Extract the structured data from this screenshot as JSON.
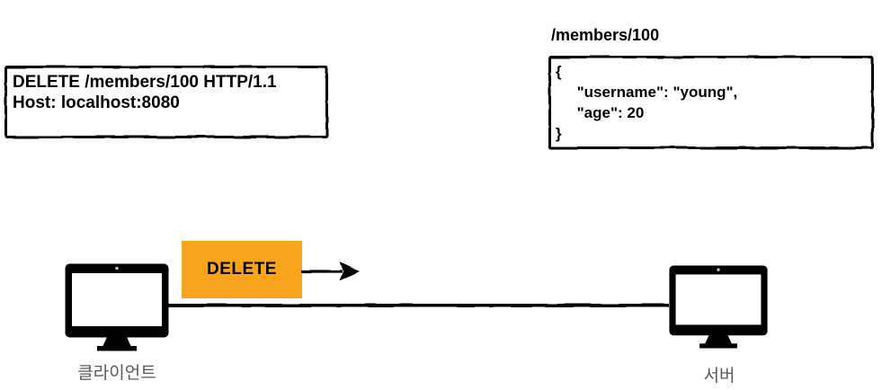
{
  "request_box": {
    "lines": [
      "DELETE /members/100 HTTP/1.1",
      "Host: localhost:8080"
    ]
  },
  "resource": {
    "label": "/members/100",
    "body_lines": [
      "{",
      "     \"username\": \"young\",",
      "     \"age\": 20",
      "}"
    ]
  },
  "message": {
    "label": "DELETE"
  },
  "nodes": {
    "client": "클라이언트",
    "server": "서버"
  },
  "colors": {
    "message_bg": "#F9A51B",
    "ink": "#000000",
    "node_label": "#595959"
  }
}
